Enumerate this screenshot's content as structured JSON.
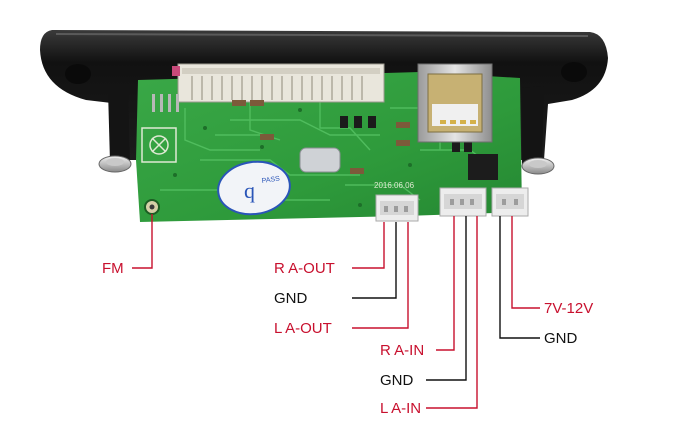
{
  "colors": {
    "label_red": "#c8102e",
    "label_black": "#111111",
    "leader_red": "#c8102e",
    "leader_black": "#111111",
    "pcb_green": "#2f9a3c",
    "bezel_black": "#1b1b1b"
  },
  "labels": {
    "fm": "FM",
    "r_a_out": "R A-OUT",
    "gnd_out": "GND",
    "l_a_out": "L A-OUT",
    "r_a_in": "R A-IN",
    "gnd_in": "GND",
    "l_a_in": "L A-IN",
    "v_in": "7V-12V",
    "gnd_power": "GND"
  },
  "board_markings": {
    "date_code": "2016.06.06",
    "qc_stamp_text": "PASS",
    "qc_stamp_symbol": "q"
  },
  "icons": [
    "mounting-screw-icon",
    "usb-port-icon",
    "sd-card-slot-icon",
    "crystal-oscillator-icon",
    "jst-connector-icon"
  ]
}
